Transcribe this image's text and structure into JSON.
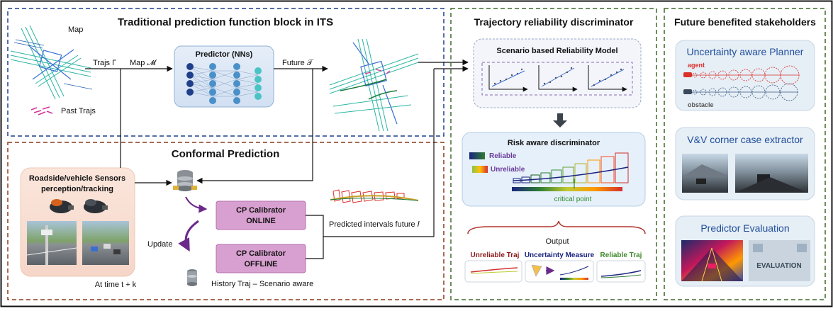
{
  "blocks": {
    "traditional": {
      "title": "Traditional prediction function block in ITS"
    },
    "conformal": {
      "title": "Conformal Prediction"
    },
    "discriminator": {
      "title": "Trajectory reliability discriminator"
    },
    "stakeholders": {
      "title": "Future benefited stakeholders"
    }
  },
  "traditional": {
    "map_label": "Map",
    "past_trajs_label": "Past Trajs",
    "trajs_label": "Trajs Γ",
    "map_input_label": "Map 𝓜",
    "predictor_title": "Predictor (NNs)",
    "future_label": "Future 𝒯"
  },
  "conformal": {
    "sensors_title_1": "Roadside/vehicle Sensors",
    "sensors_title_2": "perception/tracking",
    "time_label": "At time t + k",
    "update_label": "Update",
    "online_line1": "CP Calibrator",
    "online_line2": "ONLINE",
    "offline_line1": "CP Calibrator",
    "offline_line2": "OFFLINE",
    "history_label": "History Traj – Scenario aware",
    "intervals_label": "Predicted intervals future 𝐼"
  },
  "discriminator": {
    "scenario_model_title": "Scenario based Reliability Model",
    "risk_title": "Risk aware discriminator",
    "legend_reliable": "Reliable",
    "legend_unreliable": "Unreliable",
    "critical_point": "critical point",
    "output_label": "Output",
    "out_unreliable": "Unreliable Traj",
    "out_measure": "Uncertainty Measure",
    "out_reliable": "Reliable Traj"
  },
  "stakeholders": {
    "planner_title": "Uncertainty aware Planner",
    "agent_label": "agent",
    "obstacle_label": "obstacle",
    "vv_title": "V&V corner case extractor",
    "eval_title": "Predictor Evaluation",
    "eval_image_text": "EVALUATION"
  },
  "colors": {
    "traditional_border": "#1f3f8a",
    "conformal_border": "#8b3a1a",
    "discriminator_border": "#3f6b2a",
    "stakeholders_border": "#3f6b2a",
    "planner_title": "#1f4e9a",
    "agent": "#d9302a",
    "calibrator_fill": "#d8a0d0",
    "critical_point": "#2e8b2e"
  }
}
